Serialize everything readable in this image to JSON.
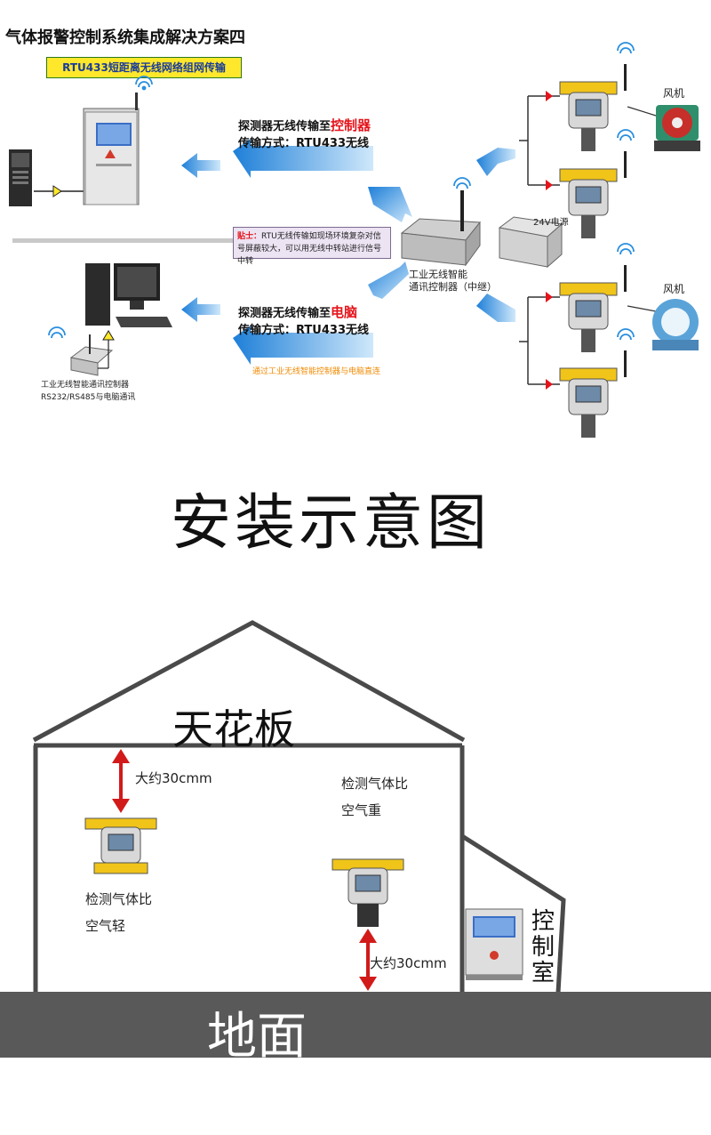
{
  "title": "气体报警控制系统集成解决方案四",
  "badge": "RTU433短距离无线网络组网传输",
  "top_annotation": {
    "line1_prefix": "探测器无线传输至",
    "line1_highlight": "控制器",
    "line2": "传输方式：RTU433无线"
  },
  "bottom_annotation": {
    "line1_prefix": "探测器无线传输至",
    "line1_highlight": "电脑",
    "line2": "传输方式：RTU433无线",
    "note": "通过工业无线智能控制器与电脑直连"
  },
  "tip": {
    "label": "贴士：",
    "text": "RTU无线传输如现场环境复杂对信号屏蔽较大，可以用无线中转站进行信号中转"
  },
  "relay_label": {
    "line1": "工业无线智能",
    "line2": "通讯控制器（中继）"
  },
  "power_label": "24V电源",
  "fan_labels": [
    "风机",
    "风机"
  ],
  "pc_module_label": {
    "line1": "工业无线智能通讯控制器",
    "line2": "RS232/RS485与电脑通讯"
  },
  "section_title": "安装示意图",
  "ceiling_label": "天花板",
  "ground_label": "地面",
  "distance_labels": [
    "大约30cmm",
    "大约30cmm"
  ],
  "heavy_gas": {
    "line1": "检测气体比",
    "line2": "空气重"
  },
  "light_gas": {
    "line1": "检测气体比",
    "line2": "空气轻"
  },
  "control_room": [
    "控",
    "制",
    "室"
  ],
  "colors": {
    "arrow_blue": "#2a8fe0",
    "highlight_red": "#e4141b",
    "badge_yellow": "#ffe82b",
    "detector_yellow": "#f0c419",
    "ground_gray": "#595959",
    "house_line": "#4a4a4a"
  }
}
